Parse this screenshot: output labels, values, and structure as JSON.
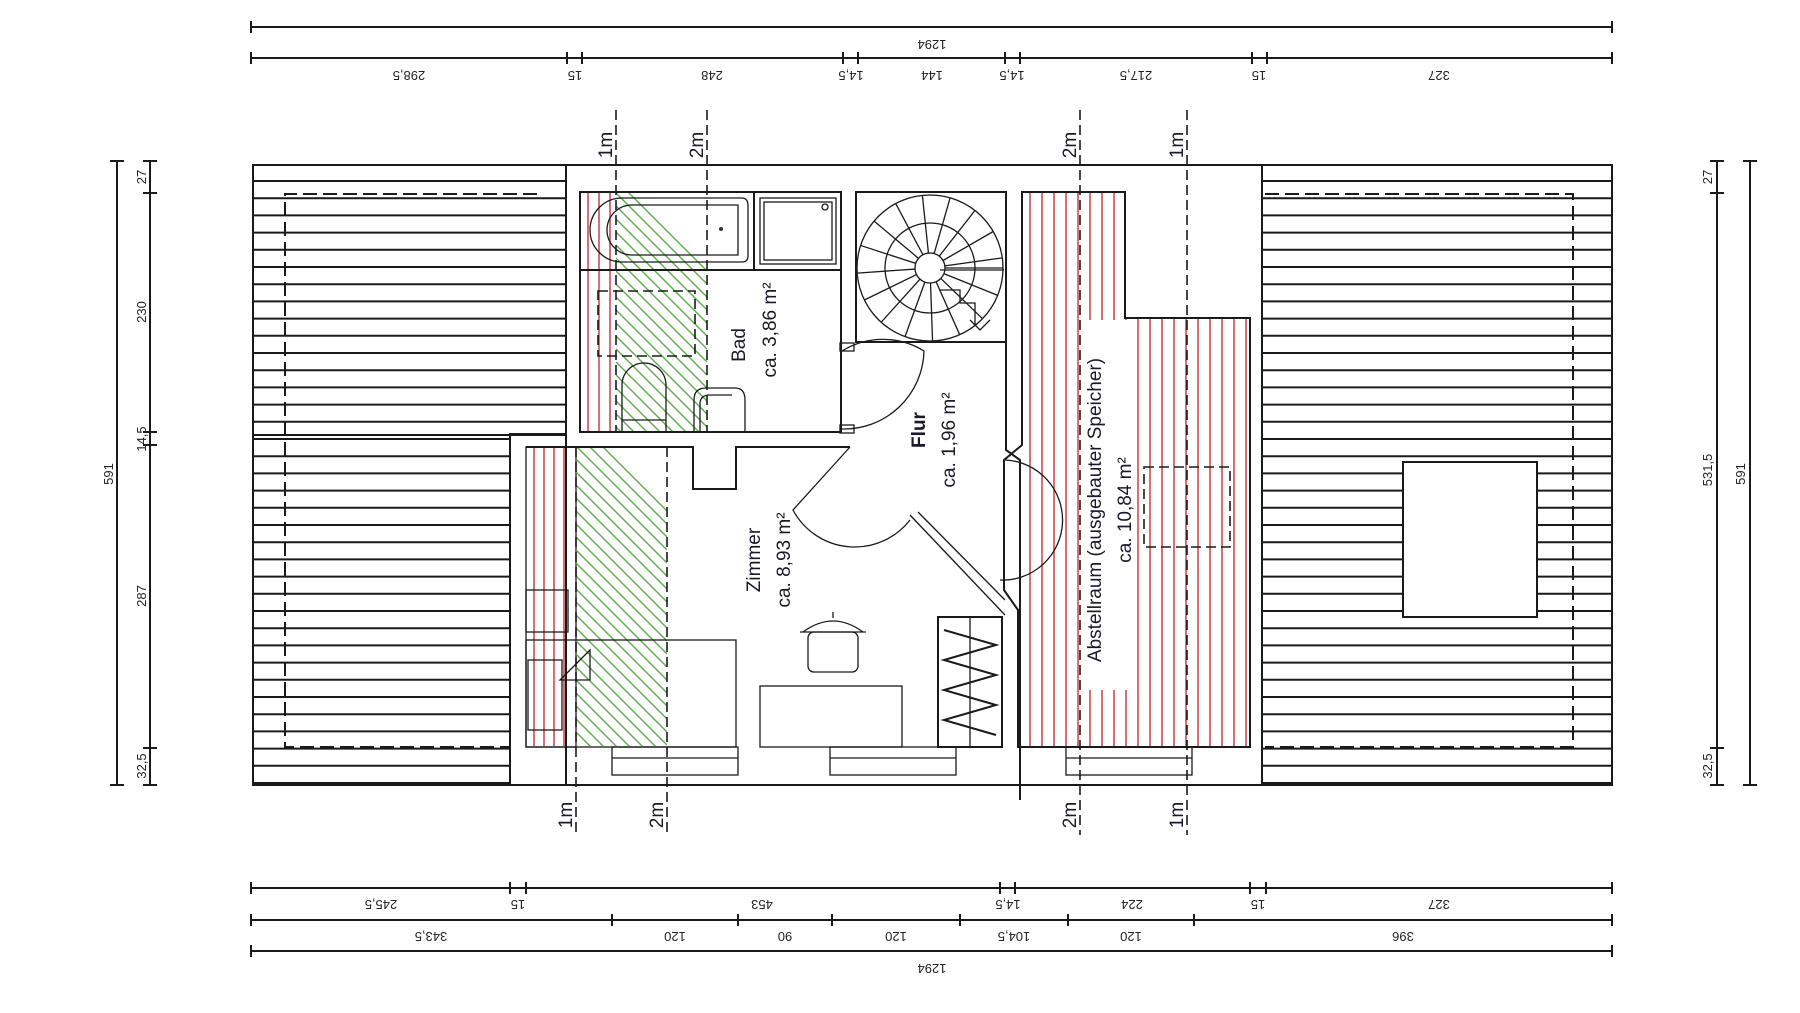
{
  "plan": {
    "rooms": [
      {
        "name": "Bad",
        "area": "ca. 3,86 m²"
      },
      {
        "name": "Flur",
        "area": "ca. 1,96 m²"
      },
      {
        "name": "Zimmer",
        "area": "ca. 8,93 m²"
      },
      {
        "name": "Abstellraum (ausgebauter Speicher)",
        "area": "ca. 10,84 m²"
      }
    ],
    "height_markers": {
      "top": [
        "1m",
        "2m",
        "2m",
        "1m"
      ],
      "bottom": [
        "1m",
        "2m",
        "2m",
        "1m"
      ]
    },
    "colors": {
      "line": "#1a1a1a",
      "hatch_red": "#c8323a",
      "hatch_green": "#5cae4c"
    }
  },
  "dimensions": {
    "top": {
      "overall": "1294",
      "segments": [
        "298,5",
        "15",
        "248",
        "14,5",
        "144",
        "14,5",
        "217,5",
        "15",
        "327"
      ]
    },
    "bottom": {
      "row1": [
        "245,5",
        "15",
        "453",
        "14,5",
        "224",
        "15",
        "327"
      ],
      "row2": [
        "343,5",
        "120",
        "90",
        "120",
        "104,5",
        "120",
        "396"
      ],
      "overall": "1294"
    },
    "left": {
      "overall": "591",
      "segments": [
        "27",
        "230",
        "14,5",
        "287",
        "32,5"
      ]
    },
    "right": {
      "overall": "591",
      "segments": [
        "27",
        "531,5",
        "32,5"
      ]
    }
  }
}
